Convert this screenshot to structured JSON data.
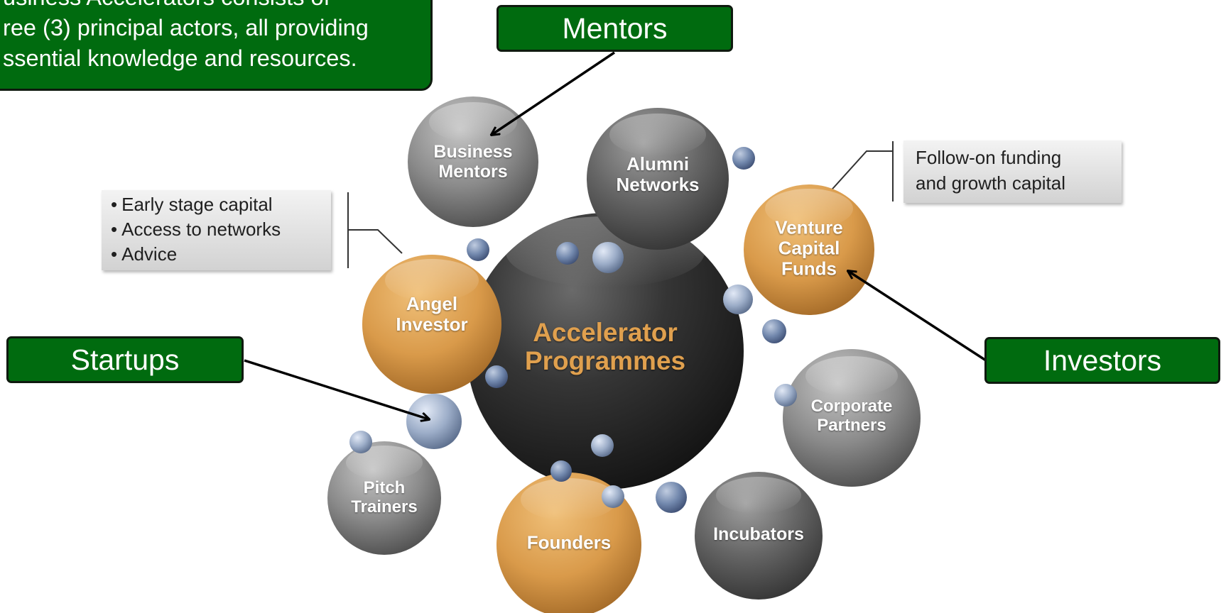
{
  "intro": {
    "line1": "usiness Accelerators consists of",
    "line2": "ree (3) principal actors, all providing",
    "line3": "ssential knowledge and resources."
  },
  "labels": {
    "mentors": "Mentors",
    "startups": "Startups",
    "investors": "Investors"
  },
  "center": {
    "line1": "Accelerator",
    "line2": "Programmes"
  },
  "bubbles": {
    "business_mentors": [
      "Business",
      "Mentors"
    ],
    "alumni_networks": [
      "Alumni",
      "Networks"
    ],
    "venture_capital": [
      "Venture",
      "Capital",
      "Funds"
    ],
    "angel_investor": [
      "Angel",
      "Investor"
    ],
    "corporate_partners": [
      "Corporate",
      "Partners"
    ],
    "pitch_trainers": [
      "Pitch",
      "Trainers"
    ],
    "founders": "Founders",
    "incubators": "Incubators"
  },
  "callouts": {
    "angel": [
      "Early stage capital",
      "Access to networks",
      "Advice"
    ],
    "vc": [
      "Follow-on funding",
      "and growth capital"
    ]
  },
  "colors": {
    "green_label": "#006b0f",
    "orange_bubble": "#d99a4a",
    "grey_bubble": "#8a8a8a",
    "dark_bubble": "#2b2b2b",
    "center_text": "#e0a04e",
    "small_bubble": "#8da0bf"
  }
}
